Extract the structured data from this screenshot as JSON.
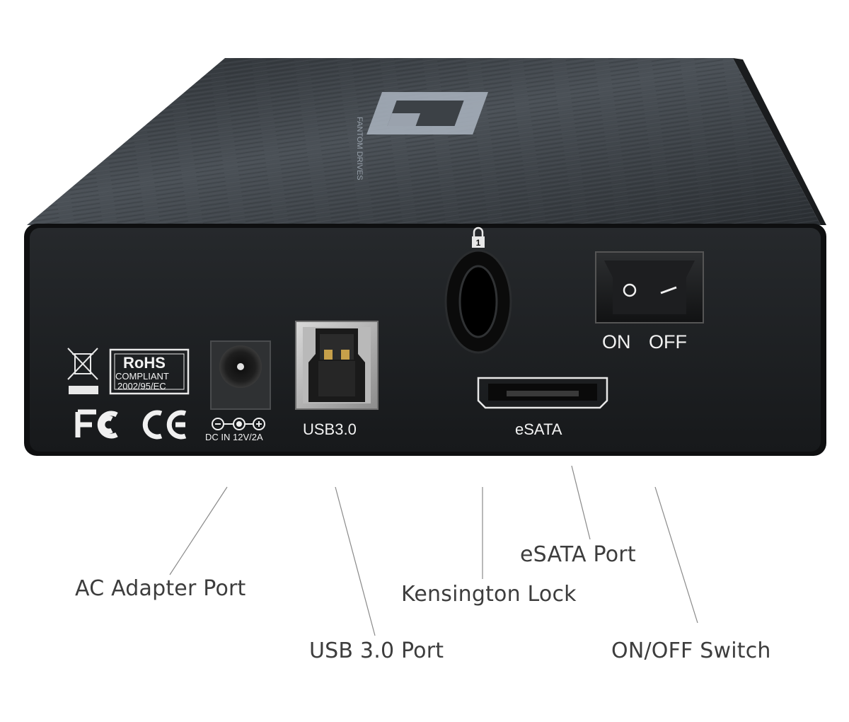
{
  "device": {
    "brand_logo_text": "FANTOM DRIVES",
    "recycle_symbol": "weee-bin-icon",
    "rohs": {
      "title": "RoHS",
      "line1": "COMPLIANT",
      "line2": "2002/95/EC"
    },
    "fcc_mark": "FC",
    "ce_mark": "CE",
    "dc_in_label": "DC IN 12V/2A",
    "usb_label": "USB3.0",
    "esata_label": "eSATA",
    "switch_on_label": "ON",
    "switch_off_label": "OFF",
    "lock_number": "1",
    "colors": {
      "body": "#1b1d1f",
      "top_surface": "#3c4146",
      "text": "#f2f2f2"
    }
  },
  "callouts": {
    "ac_adapter": "AC Adapter Port",
    "usb": "USB 3.0 Port",
    "kensington": "Kensington Lock",
    "esata": "eSATA Port",
    "switch": "ON/OFF Switch"
  }
}
